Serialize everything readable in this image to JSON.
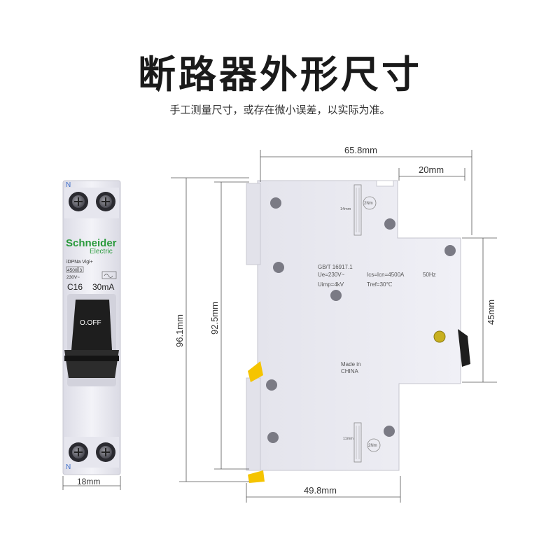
{
  "header": {
    "title": "断路器外形尺寸",
    "subtitle": "手工测量尺寸，或存在微小误差，以实际为准。"
  },
  "front_view": {
    "terminal_marker_top": "N",
    "terminal_marker_bottom": "N",
    "brand": "Schneider",
    "brand_sub": "Electric",
    "model": "iDPNa Vigi+",
    "breaking_capacity": "4500",
    "class": "3",
    "voltage": "230V~",
    "rating": "C16",
    "sensitivity": "30mA",
    "handle_label": "O.OFF",
    "width_label": "18mm"
  },
  "side_view": {
    "standard": "GB/T 16917.1",
    "ue": "Ue=230V~",
    "ics": "Ics=Icn=4500A",
    "freq": "50Hz",
    "uimp": "Uimp=4kV",
    "tref": "Tref=30℃",
    "origin_line1": "Made in",
    "origin_line2": "CHINA",
    "strip_top": "14mm",
    "strip_bottom": "11mm",
    "torque_top": "2Nm",
    "torque_bottom": "2Nm"
  },
  "dimensions": {
    "overall_depth": "65.8mm",
    "top_step": "20mm",
    "overall_height": "96.1mm",
    "body_height": "92.5mm",
    "front_height": "45mm",
    "base_depth": "49.8mm"
  },
  "colors": {
    "device_body": "#eeeef4",
    "toggle": "#1e1e1e",
    "brand_green": "#2a9a3c",
    "dim_line": "#555555",
    "clip_yellow": "#f5c400"
  }
}
